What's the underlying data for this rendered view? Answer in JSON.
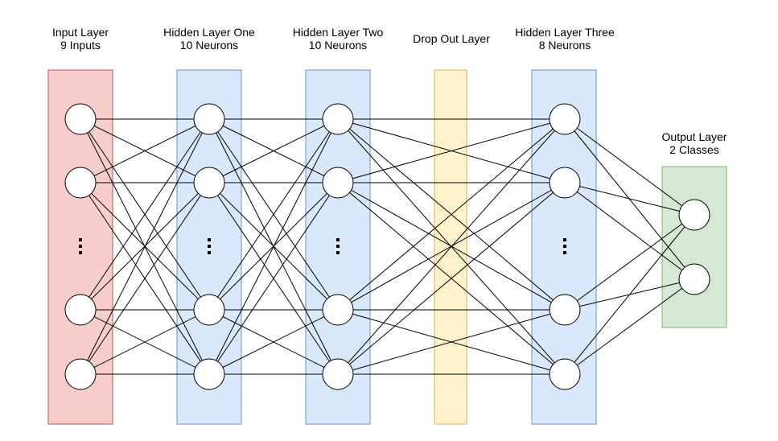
{
  "layers": [
    {
      "id": "input",
      "title_line1": "Input Layer",
      "title_line2": "9 Inputs",
      "fill": "#f8cecc",
      "stroke": "#b85450",
      "neurons_drawn": 4,
      "has_ellipsis": true
    },
    {
      "id": "hidden-one",
      "title_line1": "Hidden Layer One",
      "title_line2": "10 Neurons",
      "fill": "#dae8fc",
      "stroke": "#6c8ebf",
      "neurons_drawn": 4,
      "has_ellipsis": true
    },
    {
      "id": "hidden-two",
      "title_line1": "Hidden Layer Two",
      "title_line2": "10 Neurons",
      "fill": "#dae8fc",
      "stroke": "#6c8ebf",
      "neurons_drawn": 4,
      "has_ellipsis": true
    },
    {
      "id": "dropout",
      "title_line1": "Drop Out Layer",
      "title_line2": "",
      "fill": "#fff2cc",
      "stroke": "#d6b656",
      "neurons_drawn": 0,
      "has_ellipsis": false
    },
    {
      "id": "hidden-three",
      "title_line1": "Hidden Layer Three",
      "title_line2": "8 Neurons",
      "fill": "#dae8fc",
      "stroke": "#6c8ebf",
      "neurons_drawn": 4,
      "has_ellipsis": true
    },
    {
      "id": "output",
      "title_line1": "Output Layer",
      "title_line2": "2 Classes",
      "fill": "#d5e8d4",
      "stroke": "#82b366",
      "neurons_drawn": 2,
      "has_ellipsis": false
    }
  ]
}
